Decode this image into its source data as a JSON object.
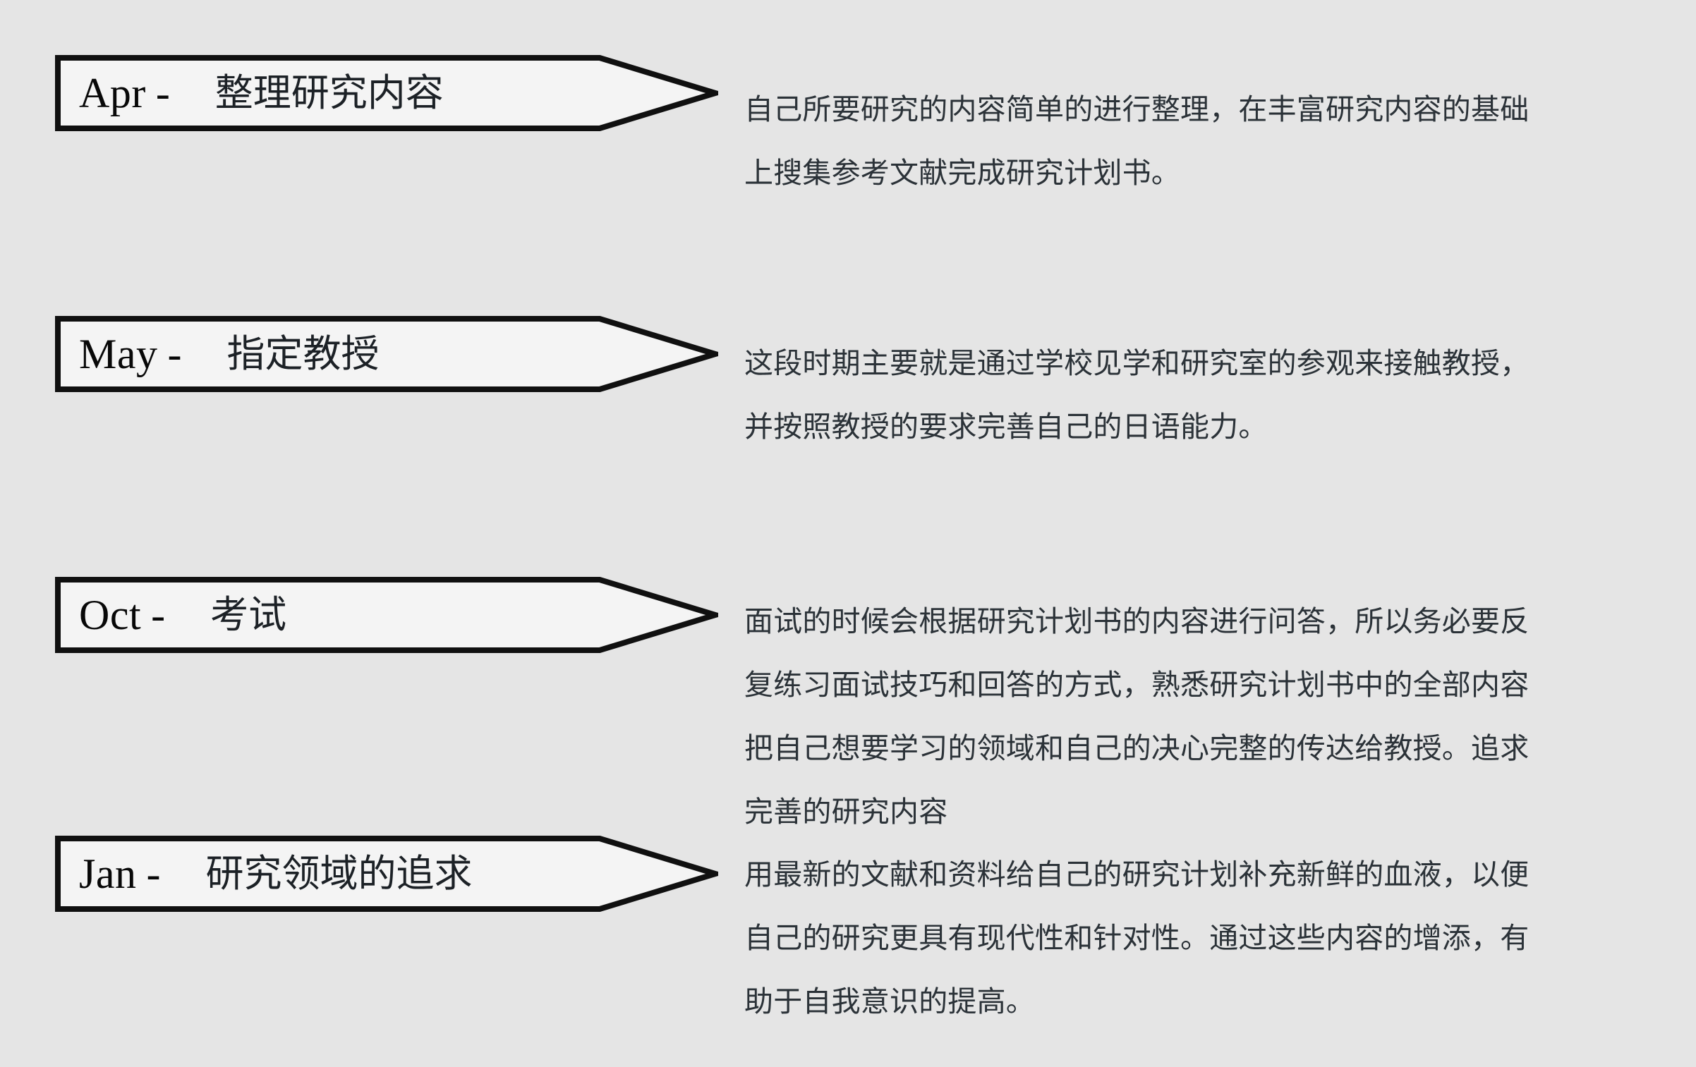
{
  "page": {
    "background_color": "#e5e5e5",
    "banner_fill_color": "#f4f4f4",
    "banner_border_color": "#101010",
    "month_text_color": "#080808",
    "body_text_color": "#2b3238"
  },
  "entries": [
    {
      "month": "Apr",
      "separator": "-",
      "label": "整理研究内容",
      "description_lines": [
        "自己所要研究的内容简单的进行整理，在丰富研究内容的基础",
        "上搜集参考文献完成研究计划书。"
      ]
    },
    {
      "month": "May",
      "separator": "-",
      "label": "指定教授",
      "description_lines": [
        "这段时期主要就是通过学校见学和研究室的参观来接触教授，",
        "并按照教授的要求完善自己的日语能力。"
      ]
    },
    {
      "month": "Oct",
      "separator": "-",
      "label": "考试",
      "description_lines": [
        "面试的时候会根据研究计划书的内容进行问答，所以务必要反",
        "复练习面试技巧和回答的方式，熟悉研究计划书中的全部内容",
        "把自己想要学习的领域和自己的决心完整的传达给教授。追求",
        "完善的研究内容"
      ]
    },
    {
      "month": "Jan",
      "separator": "-",
      "label": "研究领域的追求",
      "description_lines": [
        "用最新的文献和资料给自己的研究计划补充新鲜的血液，以便",
        "自己的研究更具有现代性和针对性。通过这些内容的增添，有",
        "助于自我意识的提高。"
      ]
    }
  ]
}
